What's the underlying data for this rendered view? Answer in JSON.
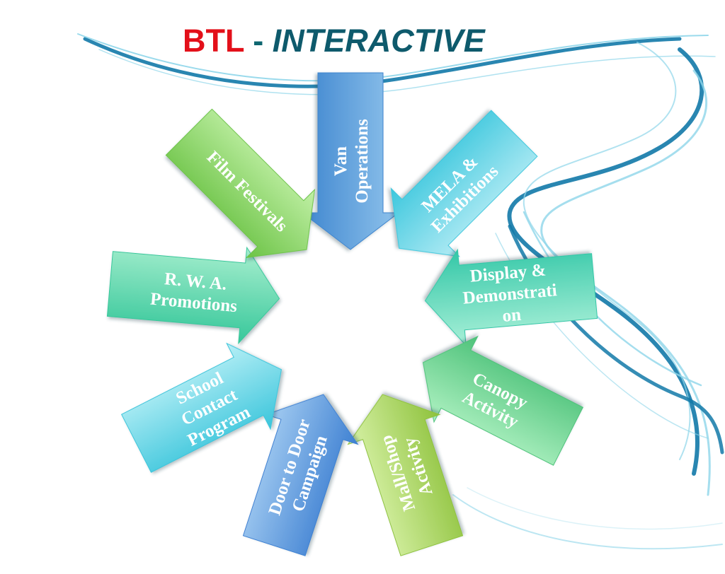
{
  "title": {
    "part1": "BTL",
    "separator": "-",
    "part2": "INTERACTIVE"
  },
  "colors": {
    "title_red": "#e3101a",
    "title_blue": "#0e5a6c",
    "swirl_dark": "#1279a8",
    "swirl_light": "#8fd6ea"
  },
  "arrows": [
    {
      "id": "van",
      "lines": [
        "Van",
        "Operations"
      ],
      "color_light": "#8fc3ec",
      "color_dark": "#3f86cf"
    },
    {
      "id": "mela",
      "lines": [
        "MELA &",
        "Exhibitions"
      ],
      "color_light": "#b5ecf5",
      "color_dark": "#3cc7dd"
    },
    {
      "id": "display",
      "lines": [
        "Display &",
        "Demonstrati",
        "on"
      ],
      "color_light": "#a9f0d8",
      "color_dark": "#33c7a7"
    },
    {
      "id": "canopy",
      "lines": [
        "Canopy",
        "Activity"
      ],
      "color_light": "#b0f2c3",
      "color_dark": "#4ec27a"
    },
    {
      "id": "mall",
      "lines": [
        "Mall/Shop",
        "Activity"
      ],
      "color_light": "#d8f2a8",
      "color_dark": "#8ec23c"
    },
    {
      "id": "door",
      "lines": [
        "Door to Door",
        "Campaign"
      ],
      "color_light": "#a6cef2",
      "color_dark": "#3e80d2"
    },
    {
      "id": "school",
      "lines": [
        "School",
        "Contact",
        "Program"
      ],
      "color_light": "#b7eff6",
      "color_dark": "#3ac5db"
    },
    {
      "id": "rwa",
      "lines": [
        "R. W. A.",
        "Promotions"
      ],
      "color_light": "#a8efcf",
      "color_dark": "#36c79a"
    },
    {
      "id": "film",
      "lines": [
        "Film Festivals"
      ],
      "color_light": "#c1f0a6",
      "color_dark": "#6cc346"
    }
  ]
}
